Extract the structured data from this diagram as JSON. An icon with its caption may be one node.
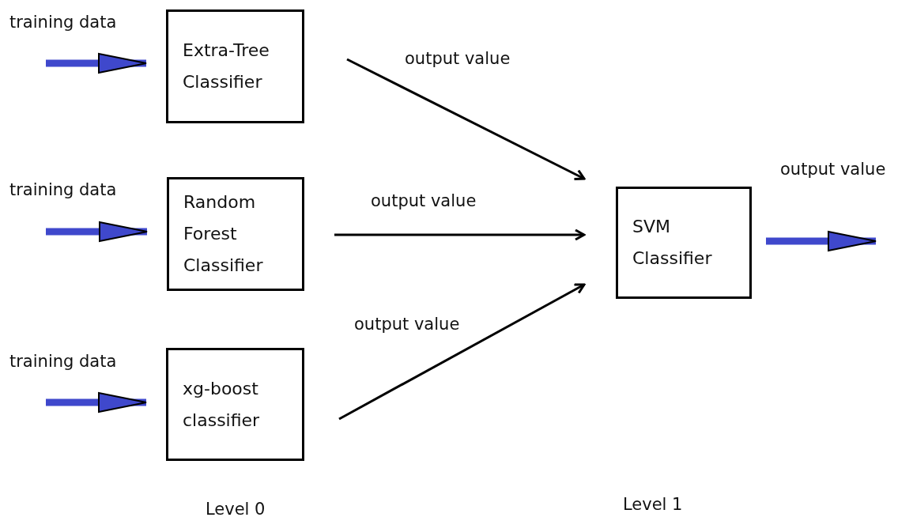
{
  "diagram": {
    "nodes": [
      {
        "text": [
          "Extra-Tree Classifier"
        ]
      },
      {
        "text": [
          "Random Forest Classifier"
        ]
      },
      {
        "text": [
          "xg-boost classifier"
        ]
      },
      {
        "text": [
          "SVM Classifier"
        ]
      }
    ],
    "edges": [
      {
        "from": null,
        "to": 0,
        "arrow": "to",
        "label": "training data"
      },
      {
        "from": null,
        "to": 1,
        "arrow": "to",
        "label": "training data"
      },
      {
        "from": null,
        "to": 2,
        "arrow": "to",
        "label": "training data"
      },
      {
        "from": 0,
        "to": 3,
        "arrow": "to",
        "label": "output value",
        "color": "#000000"
      },
      {
        "from": 1,
        "to": 3,
        "arrow": "to",
        "label": "output value",
        "color": "#000000"
      },
      {
        "from": 2,
        "to": 3,
        "arrow": "to",
        "label": "output value",
        "color": "#000000"
      },
      {
        "from": 3,
        "to": null,
        "arrow": "to",
        "label": "output value"
      }
    ],
    "labels": [
      "Level 0",
      "Level 1"
    ]
  }
}
